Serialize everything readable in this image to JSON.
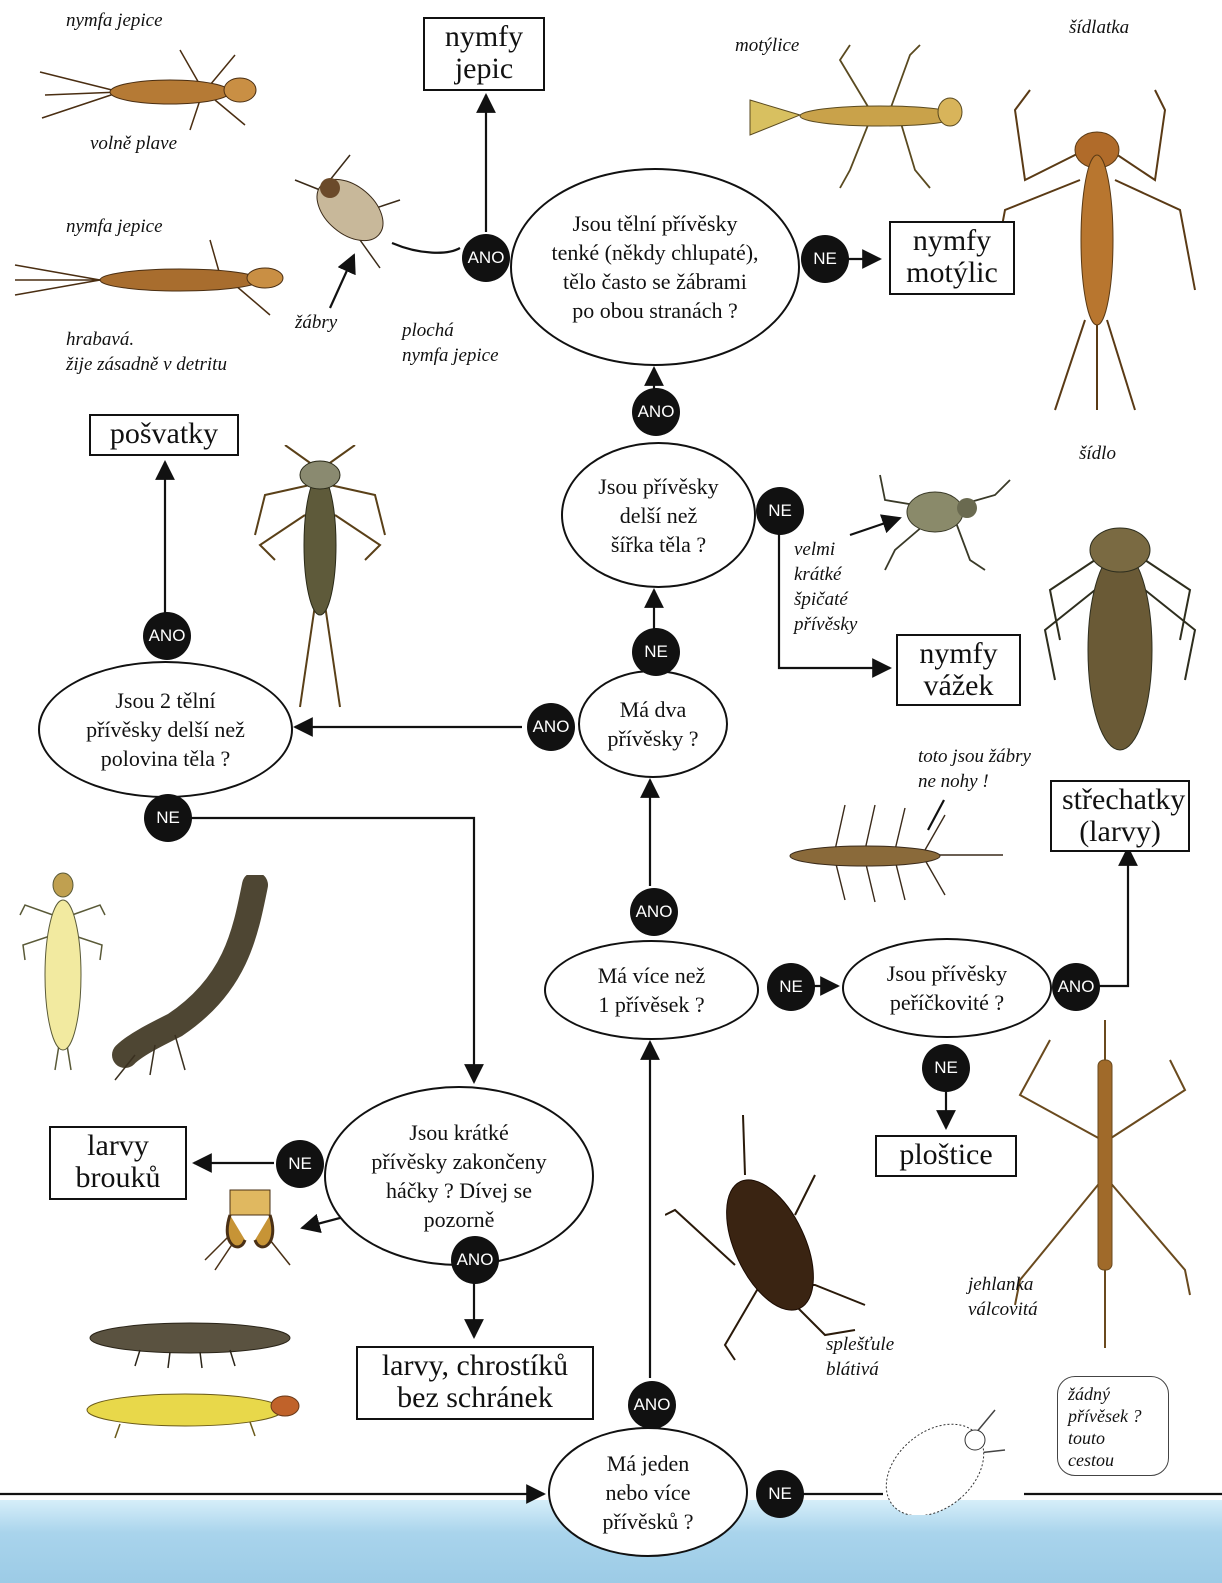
{
  "colors": {
    "ink": "#111111",
    "badge_fill": "#111111",
    "badge_text": "#ffffff",
    "water": "#9ccbe6",
    "insect_brown": "#8a5a2b",
    "insect_gold": "#c9a24a",
    "larva_yellow": "#e8d84a"
  },
  "answers": {
    "yes": "ANO",
    "no": "NE"
  },
  "questions": {
    "q1": "Má jeden\nnebo více\npřívěsků ?",
    "q2": "Má více než\n1 přívěsek ?",
    "q3": "Jsou přívěsky\npeříčkovité ?",
    "q4": "Má dva\npřívěsky ?",
    "q5": "Jsou přívěsky\ndelší než\nšířka těla ?",
    "q6": "Jsou tělní přívěsky\ntenké (někdy chlupaté),\ntělo často se žábrami\npo obou stranách ?",
    "q7": "Jsou 2 tělní\npřívěsky delší než\npolovina těla ?",
    "q8": "Jsou krátké\npřívěsky zakončeny\nháčky ? Dívej se\npozorně"
  },
  "results": {
    "r_jepice": "nymfy\njepic",
    "r_motylice": "nymfy\nmotýlic",
    "r_posvatky": "pošvatky",
    "r_vazky": "nymfy\nvážek",
    "r_strechatky": "střechatky\n(larvy)",
    "r_plostice": "ploštice",
    "r_brouci": "larvy\nbrouků",
    "r_chrostiky": "larvy, chrostíků\nbez schránek"
  },
  "captions": {
    "c_nymfa1": "nymfa jepice",
    "c_volne": "volně plave",
    "c_nymfa2": "nymfa jepice",
    "c_hrabava": "hrabavá.\nžije zásadně v detritu",
    "c_zabry": "žábry",
    "c_plocha": "plochá\nnymfa jepice",
    "c_motylice": "motýlice",
    "c_sidlatka": "šídlatka",
    "c_sidlo": "šídlo",
    "c_velmi": "velmi\nkrátké\nšpičaté\npřívěsky",
    "c_toto": "toto jsou žábry\nne nohy !",
    "c_jehlanka": "jehlanka\nválcovitá",
    "c_splestule": "splešťule\nblátivá"
  },
  "speech": "žádný\npřívěsek ?\ntouto\ncestou",
  "illustrations": [
    "mayfly-nymph-swimming",
    "mayfly-nymph-burrowing",
    "flat-mayfly-nymph",
    "damselfly-nymph",
    "damselfly-nymph-large",
    "stonefly-nymph",
    "dragonfly-nymph-short",
    "dragonfly-nymph-large",
    "alderfly-larva",
    "beetle-larva",
    "beetle-larva-segmented",
    "caddis-hook-detail",
    "caddis-larva-dark",
    "caddis-larva-yellow",
    "water-scorpion",
    "water-stick-insect",
    "water-bug"
  ]
}
